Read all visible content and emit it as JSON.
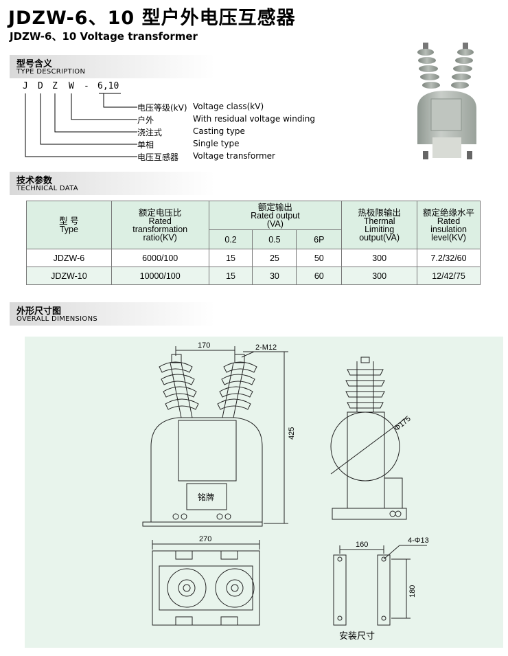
{
  "header": {
    "title_cn": "JDZW-6、10 型户外电压互感器",
    "title_en": "JDZW-6、10 Voltage transformer"
  },
  "type_description": {
    "heading_cn": "型号含义",
    "heading_en": "TYPE DESCRIPTION",
    "code_letters": [
      "J",
      "D",
      "Z",
      "W",
      "-",
      "6,10"
    ],
    "items": [
      {
        "cn": "电压等级(kV)",
        "en": "Voltage class(kV)"
      },
      {
        "cn": "户外",
        "en": "With residual voltage winding"
      },
      {
        "cn": "浇注式",
        "en": "Casting type"
      },
      {
        "cn": "单相",
        "en": "Single type"
      },
      {
        "cn": "电压互感器",
        "en": "Voltage transformer"
      }
    ]
  },
  "technical_data": {
    "heading_cn": "技术参数",
    "heading_en": "TECHNICAL DATA",
    "columns": {
      "type_cn": "型 号",
      "type_en": "Type",
      "ratio_cn": "额定电压比",
      "ratio_en_1": "Rated",
      "ratio_en_2": "transformation",
      "ratio_en_3": "ratio(KV)",
      "output_cn": "额定输出",
      "output_en_1": "Rated output",
      "output_en_2": "(VA)",
      "output_sub": [
        "0.2",
        "0.5",
        "6P"
      ],
      "thermal_cn": "热极限输出",
      "thermal_en_1": "Thermal",
      "thermal_en_2": "Limiting",
      "thermal_en_3": "output(VA)",
      "insul_cn": "额定绝缘水平",
      "insul_en_1": "Rated",
      "insul_en_2": "insulation",
      "insul_en_3": "level(KV)"
    },
    "rows": [
      {
        "type": "JDZW-6",
        "ratio": "6000/100",
        "o02": "15",
        "o05": "25",
        "o6p": "50",
        "thermal": "300",
        "insulation": "7.2/32/60"
      },
      {
        "type": "JDZW-10",
        "ratio": "10000/100",
        "o02": "15",
        "o05": "30",
        "o6p": "60",
        "thermal": "300",
        "insulation": "12/42/75"
      }
    ]
  },
  "dimensions": {
    "heading_cn": "外形尺寸图",
    "heading_en": "OVERALL DIMENSIONS",
    "labels": {
      "d170": "170",
      "m12": "2-M12",
      "d425": "425",
      "nameplate": "铭牌",
      "d270": "270",
      "phi175": "Φ175",
      "d160": "160",
      "phi13": "4-Φ13",
      "d180": "180",
      "install": "安装尺寸"
    }
  },
  "colors": {
    "table_header": "#dcefe3",
    "table_alt_row": "#eaf5ee",
    "drawing_bg": "#e8f4ec",
    "product_gray": "#a9b0aa"
  }
}
